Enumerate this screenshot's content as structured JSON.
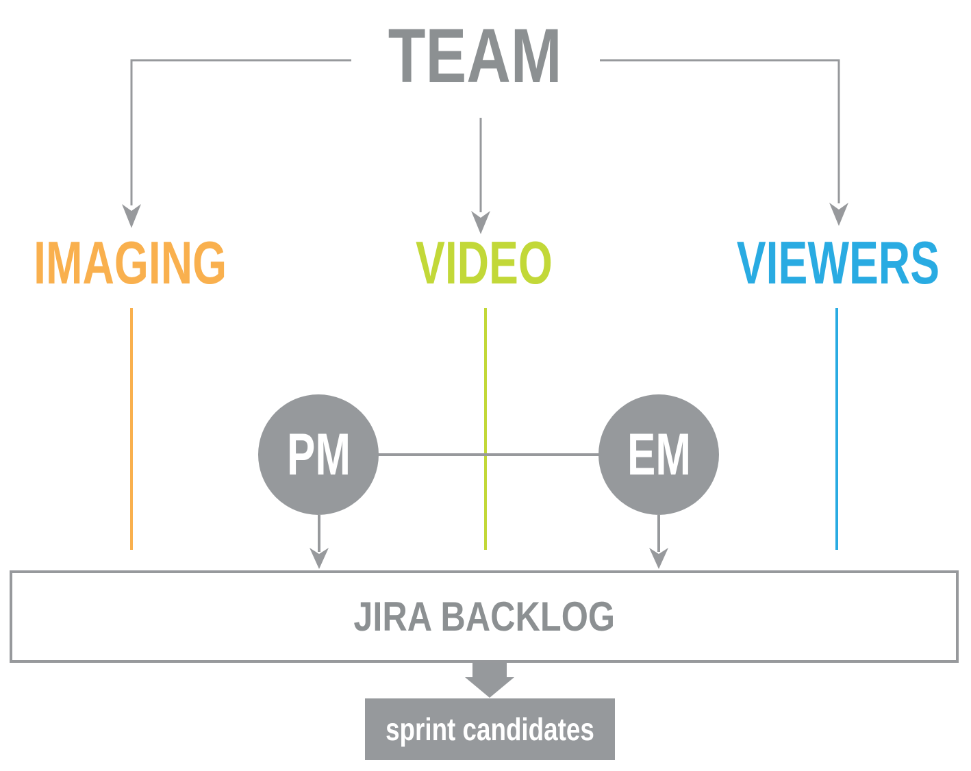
{
  "diagram": {
    "team_label": "TEAM",
    "branches": [
      {
        "label": "IMAGING",
        "color": "#F9B04E"
      },
      {
        "label": "VIDEO",
        "color": "#C2D838"
      },
      {
        "label": "VIEWERS",
        "color": "#29ABE2"
      }
    ],
    "pm_label": "PM",
    "em_label": "EM",
    "backlog_label": "JIRA BACKLOG",
    "sprint_label": "sprint candidates"
  },
  "colors": {
    "background": "#FFFFFF",
    "gray_text": "#8C9092",
    "gray_line": "#97999C",
    "gray_fill": "#96999C",
    "circle_text": "#FFFFFF",
    "sprint_text": "#FFFFFF"
  }
}
